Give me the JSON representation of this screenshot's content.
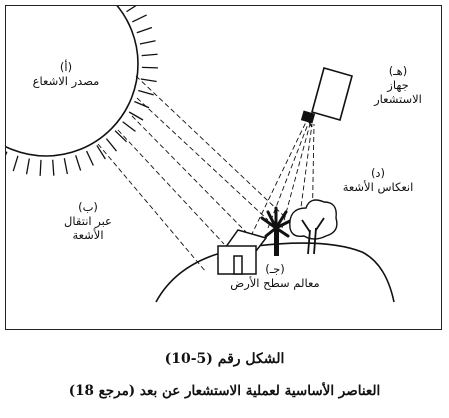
{
  "figure": {
    "labels": {
      "source": {
        "letter": "(أ)",
        "text": "مصدر الاشعاع"
      },
      "sensor": {
        "letter": "(هـ)",
        "line1": "جهاز",
        "line2": "الاستشعار"
      },
      "reflection": {
        "letter": "(د)",
        "text": "انعكاس الأشعة"
      },
      "transmission": {
        "letter": "(ب)",
        "line1": "عبر انتقال",
        "line2": "الأشعة"
      },
      "surface": {
        "letter": "(جـ)",
        "text": "معالم سطح الأرض"
      }
    }
  },
  "caption": {
    "number": "الشكل رقم (5-10)",
    "title": "العناصر الأساسية لعملية الاستشعار عن بعد (مرجع 18)"
  },
  "colors": {
    "ink": "#111111",
    "background": "#ffffff"
  },
  "icons": [
    "sun-icon",
    "satellite-sensor-icon",
    "house-icon",
    "palm-tree-icon",
    "tree-icon"
  ]
}
